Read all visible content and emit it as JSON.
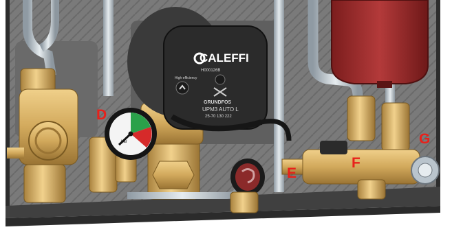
{
  "callouts": {
    "d": "D",
    "e": "E",
    "f": "F",
    "g": "G"
  },
  "pump": {
    "brand": "CALEFFI",
    "code": "H000126B",
    "efficiency": "High efficiency",
    "maker": "GRUNDFOS",
    "model": "UPM3 AUTO L",
    "model_sub": "25-70 130 222"
  },
  "gauge": {
    "unit": "bar"
  },
  "colors": {
    "callout": "#e8211b",
    "brass": "#d9b36a",
    "brass_dark": "#a9823e",
    "steel_pipe": "#b9c4cc",
    "pump_body": "#2b2b2b",
    "expansion_vessel": "#9e2a2a",
    "insulation": "#7d7d7d",
    "cabinet": "#3a3a3a",
    "valve_cap": "#8b2a2a"
  }
}
